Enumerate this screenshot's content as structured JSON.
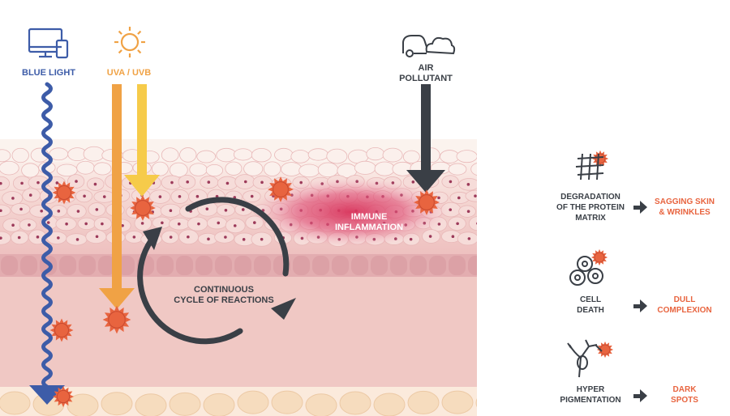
{
  "sources": {
    "blue_light": "BLUE LIGHT",
    "uva_uvb": "UVA / UVB",
    "air_pollutant": "AIR\nPOLLUTANT"
  },
  "diagram": {
    "inflammation": "IMMUNE\nINFLAMMATION",
    "cycle": "CONTINUOUS\nCYCLE OF REACTIONS"
  },
  "effects": [
    {
      "cause": "DEGRADATION\nOF THE PROTEIN\nMATRIX",
      "result": "SAGGING SKIN\n& WRINKLES",
      "icon": "protein-matrix-icon"
    },
    {
      "cause": "CELL\nDEATH",
      "result": "DULL\nCOMPLEXION",
      "icon": "cell-death-icon"
    },
    {
      "cause": "HYPER\nPIGMENTATION",
      "result": "DARK\nSPOTS",
      "icon": "melanocyte-icon"
    }
  ],
  "colors": {
    "blue": "#3d5ca8",
    "uva": "#f0a245",
    "uvb": "#f6cb4a",
    "pollutant": "#3a3f46",
    "radical": "#e8643f",
    "inflammation": "#d8325a"
  }
}
